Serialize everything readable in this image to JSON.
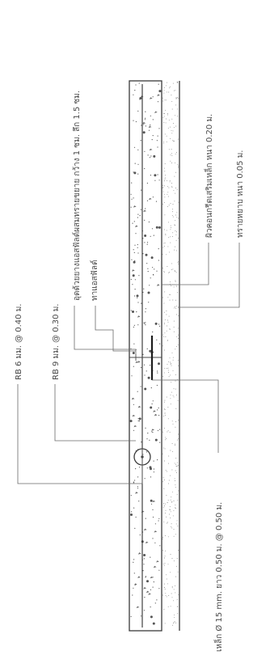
{
  "labels": {
    "rb6": "RB 6 มม. @ 0.40 ม.",
    "rb9": "RB 9 มม. @ 0.30 ม.",
    "joint_seal": "อุดด้วยยางแอสฟัลต์ผสมทรายขยาย กว้าง 1 ซม. ลึก 1.5 ซม.",
    "asphalt_primer": "ทาแอสฟัลต์",
    "concrete_slab": "ผิวคอนกรีตเสริมเหล็ก หนา 0.20 ม.",
    "sand_base": "ทรายหยาบ หนา 0.05 ม.",
    "dowel": "เหล็ก Ø 15 mm. ยาว 0.50 ม. @ 0.50 ม."
  },
  "colors": {
    "line": "#3a3a3a",
    "text": "#4a4a4a",
    "background": "#ffffff"
  }
}
